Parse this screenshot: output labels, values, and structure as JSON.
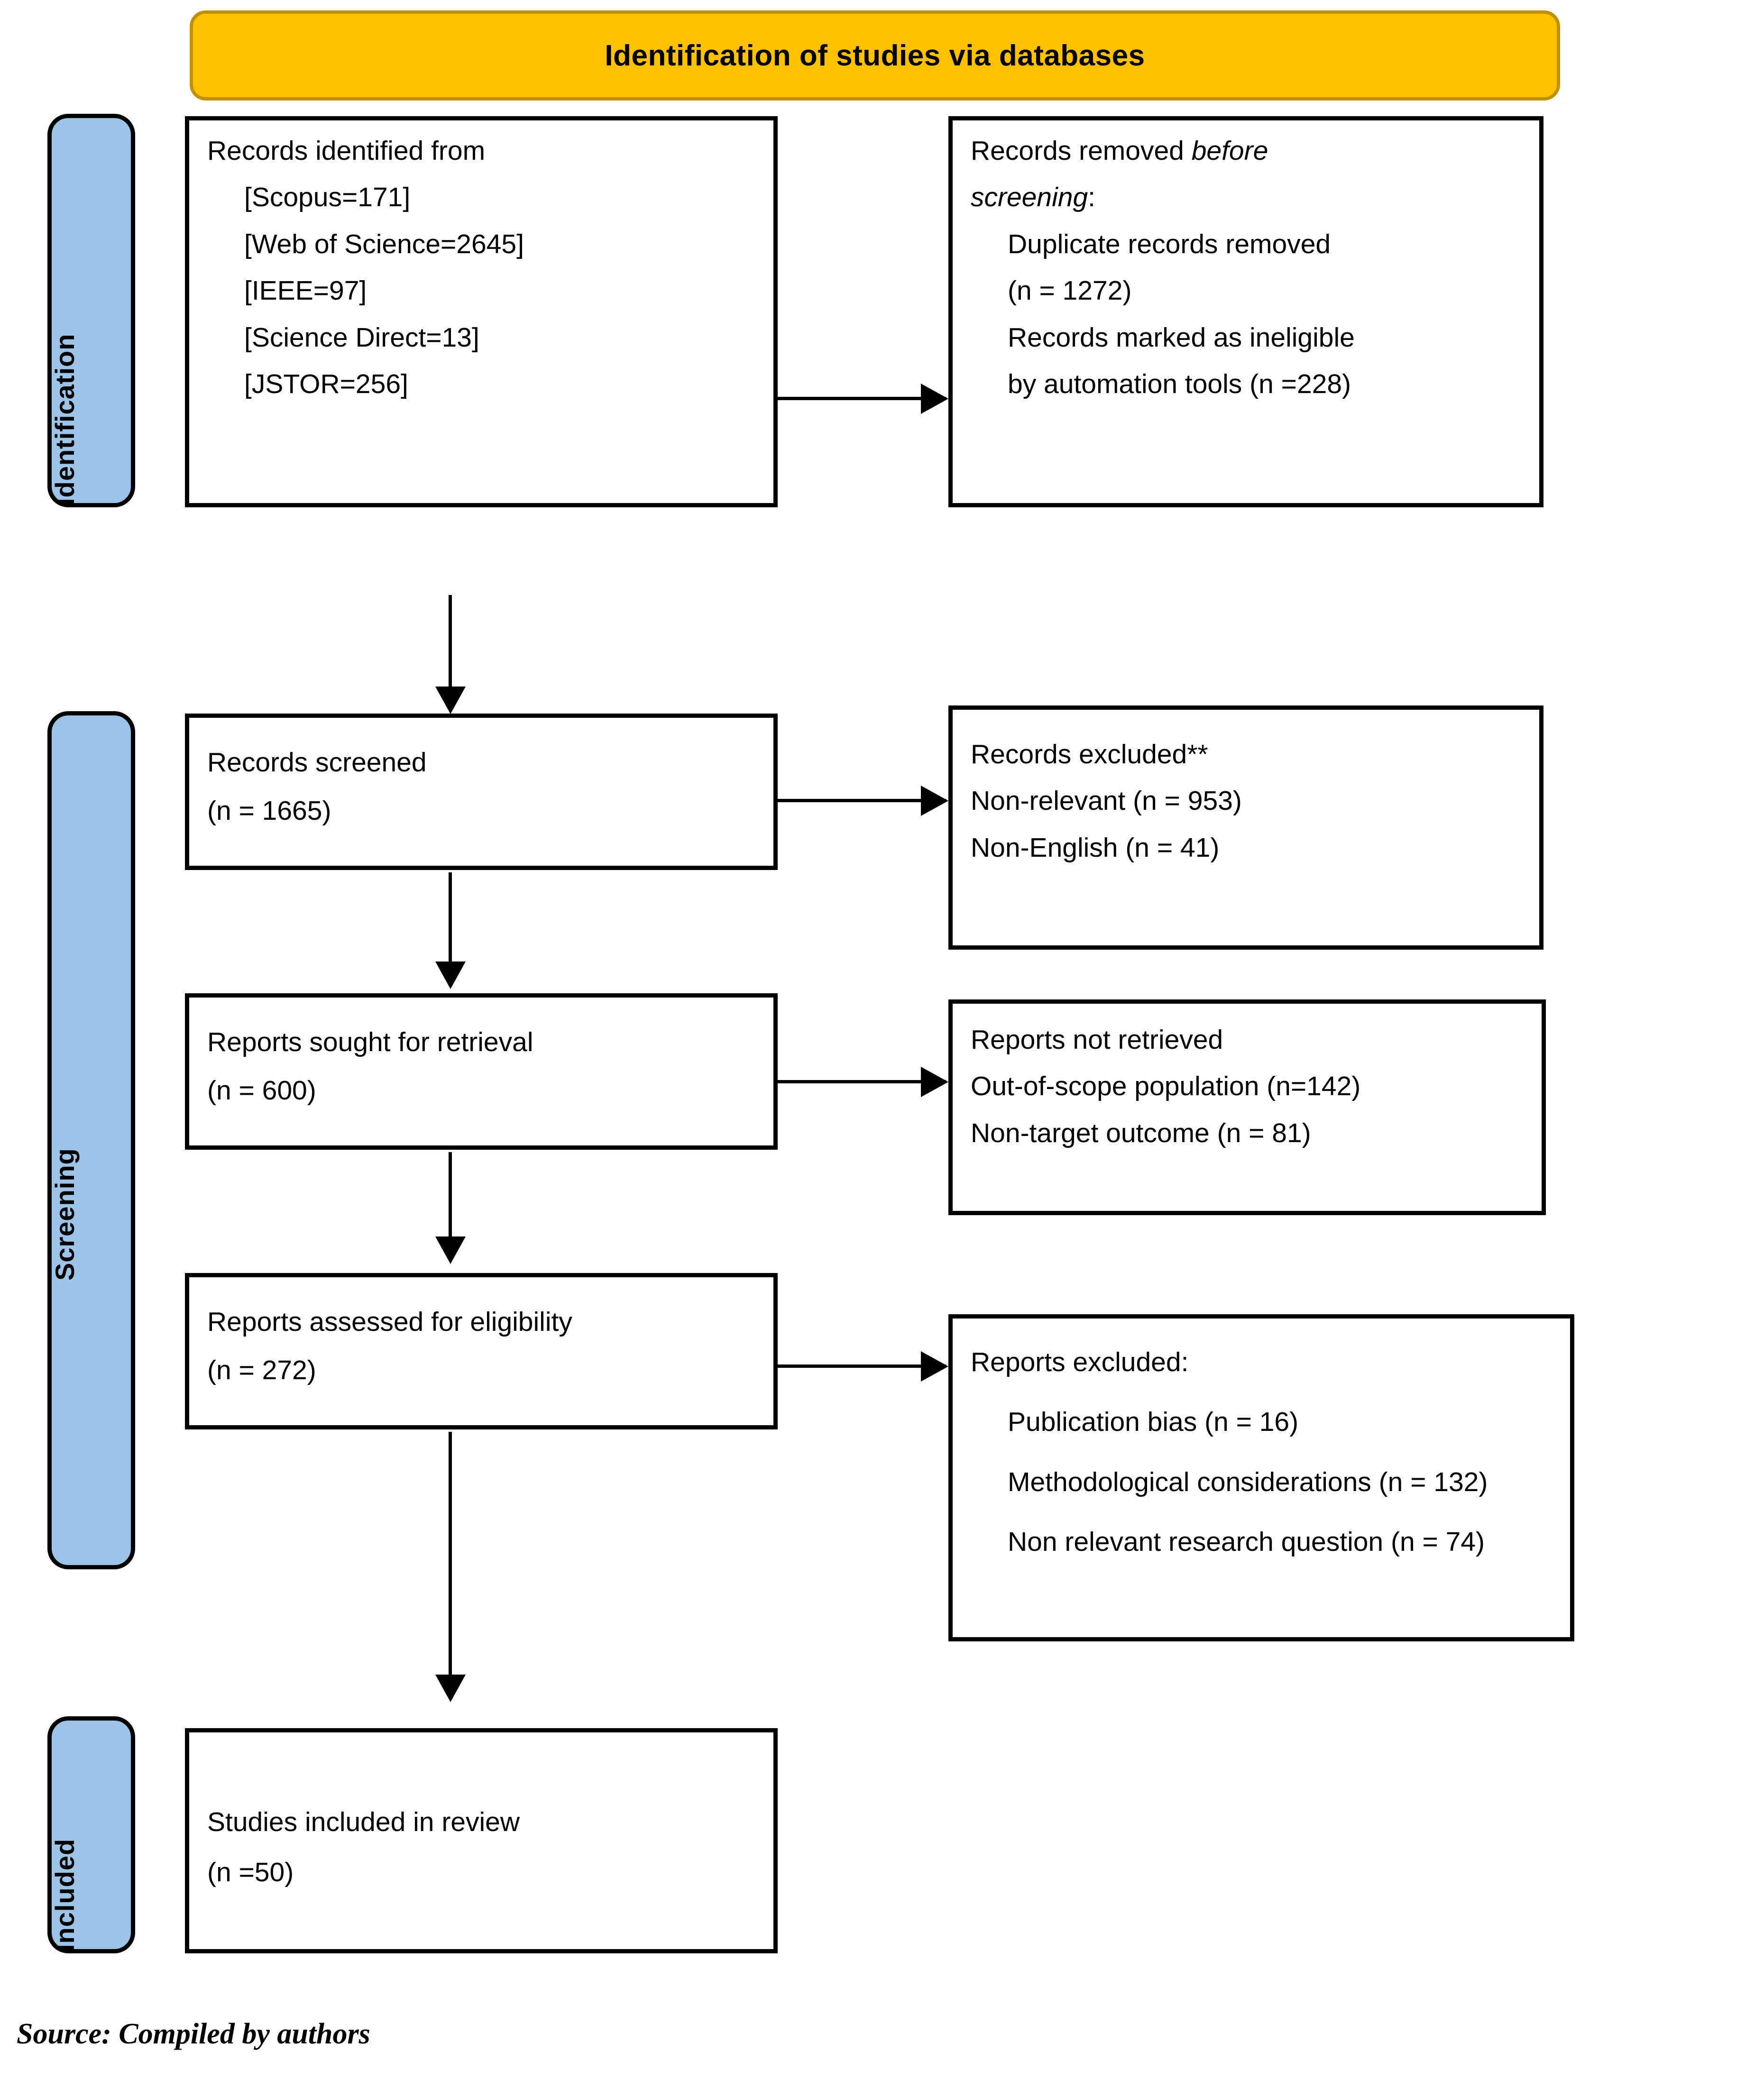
{
  "figure": {
    "type": "prisma-flow-diagram",
    "banner_title": "Identification of studies via databases",
    "source_note": "Source: Compiled by authors",
    "colors": {
      "banner_fill": "#FFC000",
      "banner_border": "#BF9000",
      "stage_bar_fill": "#9DC3E6",
      "box_border": "#000000",
      "text": "#000000",
      "background": "#FFFFFF"
    }
  },
  "stages": {
    "identification": "Identification",
    "screening": "Screening",
    "included": "Included"
  },
  "boxes": {
    "records_identified": {
      "title": "Records identified from",
      "items": [
        "[Scopus=171]",
        "[Web of Science=2645]",
        "[IEEE=97]",
        "[Science Direct=13]",
        "[JSTOR=256]"
      ]
    },
    "records_removed": {
      "title_plain": "Records removed ",
      "title_italic": "before",
      "title_line2_italic": "screening",
      "title_line2_colon": ":",
      "items": [
        "Duplicate records removed",
        "(n = 1272)",
        "Records marked as ineligible",
        "by automation tools (n =228)"
      ]
    },
    "records_screened": {
      "title": "Records screened",
      "count": "(n = 1665)"
    },
    "records_excluded": {
      "title": "Records excluded**",
      "items": [
        "Non-relevant (n = 953)",
        "Non-English (n = 41)"
      ]
    },
    "reports_sought": {
      "title": "Reports sought for retrieval",
      "count": "(n = 600)"
    },
    "reports_not_retrieved": {
      "title": "Reports not retrieved",
      "items": [
        "Out-of-scope population (n=142)",
        "Non-target outcome (n = 81)"
      ]
    },
    "reports_assessed": {
      "title": "Reports assessed for eligibility",
      "count": "(n = 272)"
    },
    "reports_excluded": {
      "title": "Reports excluded:",
      "items": [
        "Publication bias (n = 16)",
        "Methodological considerations (n = 132)",
        "Non relevant research question (n = 74)"
      ]
    },
    "studies_included": {
      "title": "Studies included in review",
      "count": "(n =50)"
    }
  }
}
